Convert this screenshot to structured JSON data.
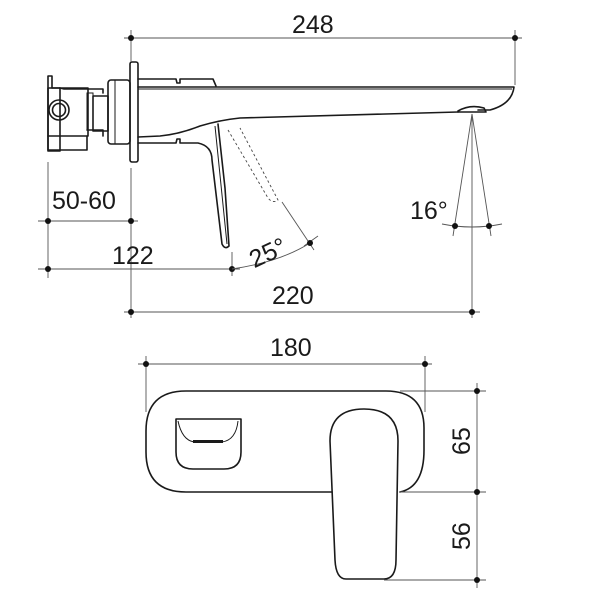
{
  "drawing": {
    "type": "technical-dimension-drawing",
    "subject": "wall-mounted basin mixer tap",
    "views": [
      "side-elevation",
      "front-elevation"
    ],
    "line_color": "#1a1a1a",
    "dimension_color": "#555555",
    "background": "#ffffff"
  },
  "side_view": {
    "dimensions": {
      "overall_length": "248",
      "wall_depth": "50-60",
      "handle_offset": "122",
      "spout_projection": "220",
      "handle_rotation": "25°",
      "spray_angle": "16°"
    }
  },
  "front_view": {
    "dimensions": {
      "plate_width": "180",
      "plate_height": "65",
      "handle_drop": "56"
    }
  }
}
